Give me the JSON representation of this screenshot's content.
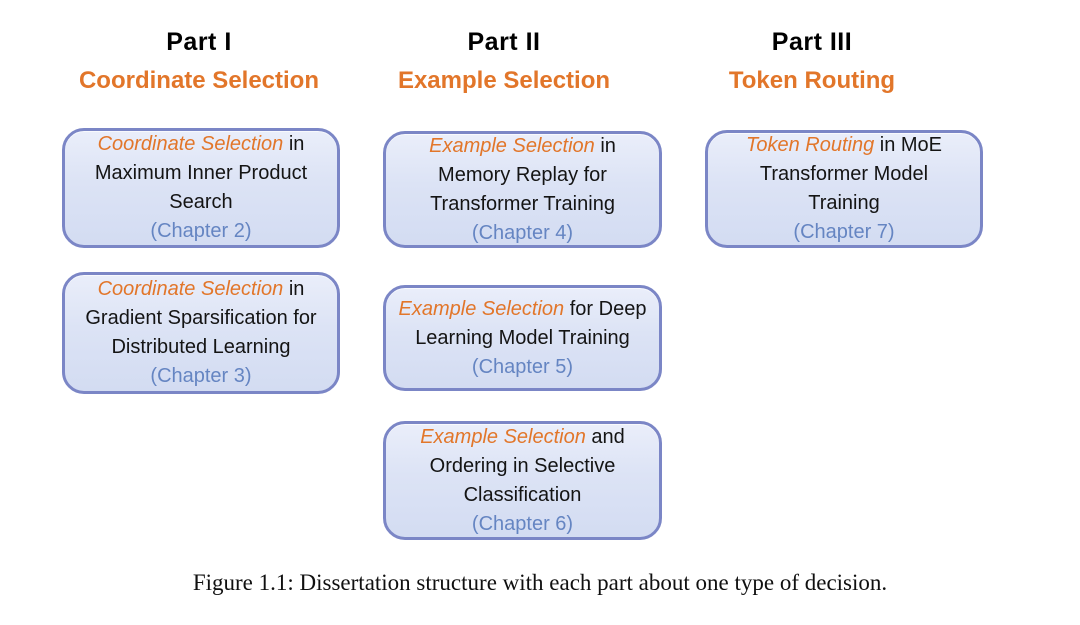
{
  "caption": "Figure 1.1: Dissertation structure with each part about one type of decision.",
  "colors": {
    "accent_orange": "#e2762a",
    "box_background": "#dce3f5",
    "box_border": "#7b86c6",
    "chapter_blue": "#6585c2",
    "text_black": "#141414",
    "page_background": "#ffffff"
  },
  "columns": [
    {
      "part_label": "Part I",
      "part_title": "Coordinate Selection",
      "boxes": [
        {
          "lead": "Coordinate Selection",
          "lead_suffix": " in",
          "body": "Maximum Inner Product\nSearch",
          "chapter": "(Chapter 2)"
        },
        {
          "lead": "Coordinate Selection",
          "lead_suffix": " in",
          "body": "Gradient Sparsification for\nDistributed Learning",
          "chapter": "(Chapter 3)"
        }
      ]
    },
    {
      "part_label": "Part II",
      "part_title": "Example Selection",
      "boxes": [
        {
          "lead": "Example Selection",
          "lead_suffix": " in",
          "body": "Memory Replay for\nTransformer Training",
          "chapter": "(Chapter 4)"
        },
        {
          "lead": "Example Selection",
          "lead_suffix": " for Deep",
          "body": "Learning Model Training",
          "chapter": "(Chapter 5)"
        },
        {
          "lead": "Example Selection",
          "lead_suffix": " and",
          "body": "Ordering in Selective\nClassification",
          "chapter": "(Chapter 6)"
        }
      ]
    },
    {
      "part_label": "Part III",
      "part_title": "Token Routing",
      "boxes": [
        {
          "lead": "Token Routing",
          "lead_suffix": " in MoE",
          "body": "Transformer Model\nTraining",
          "chapter": "(Chapter 7)"
        }
      ]
    }
  ]
}
